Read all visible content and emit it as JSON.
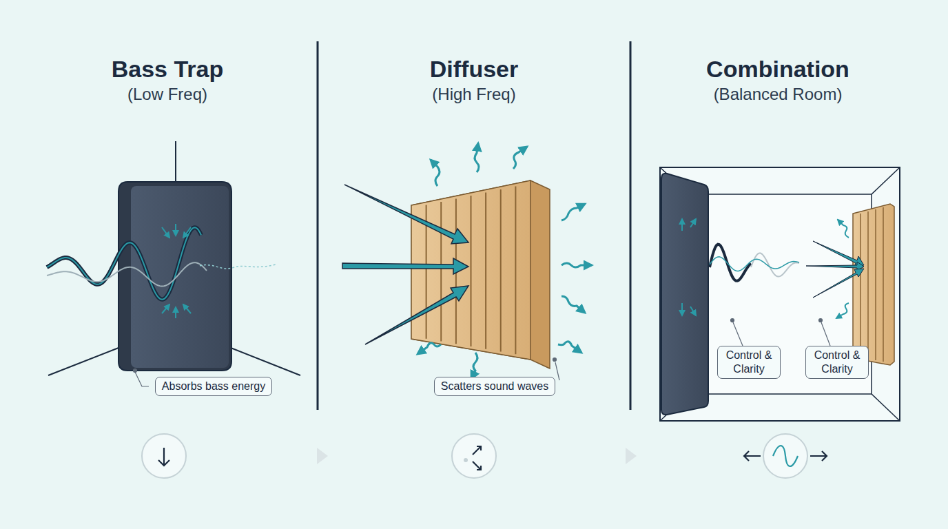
{
  "diagram": {
    "nodes": [
      {
        "text": [
          "Absorbs bass energy"
        ]
      },
      {
        "text": [
          "Scatters sound waves"
        ]
      },
      {
        "text": [
          "Control & Clarity"
        ]
      },
      {
        "text": [
          "Control & Clarity"
        ]
      }
    ],
    "labels": [
      "Bass Trap",
      "(Low Freq)",
      "Diffuser",
      "(High Freq)",
      "Combination",
      "(Balanced Room)"
    ]
  }
}
